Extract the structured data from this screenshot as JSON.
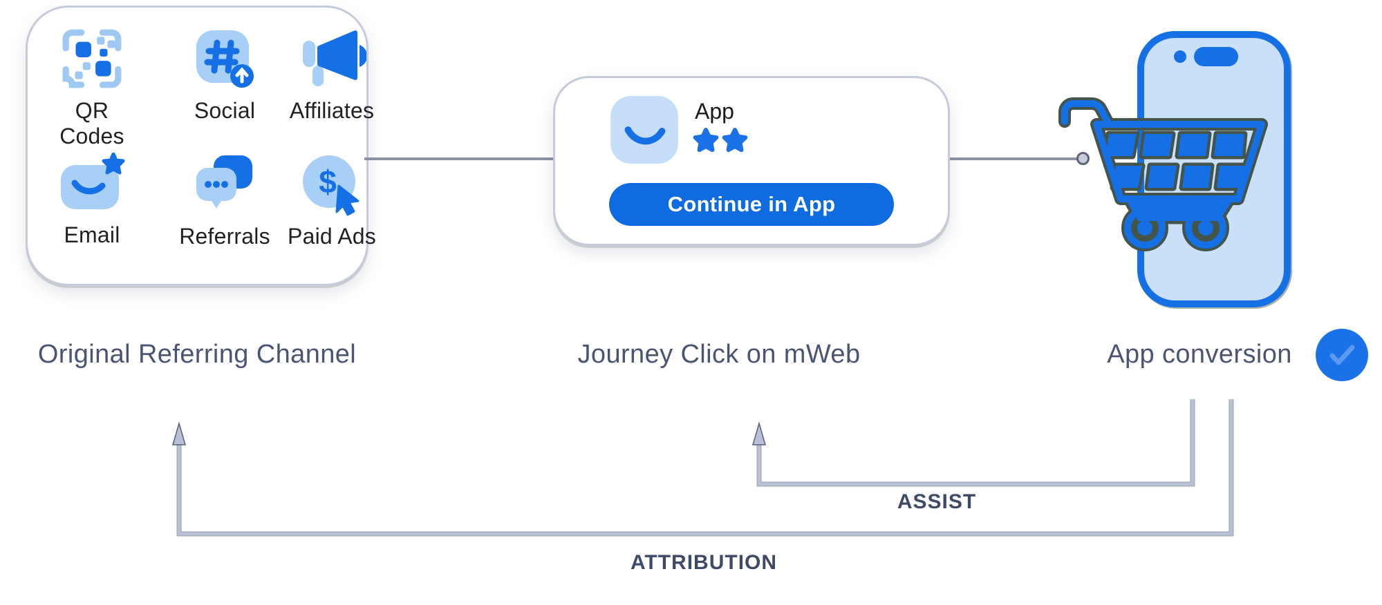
{
  "diagram_title": "app attribution flow",
  "left_card": {
    "channels": [
      {
        "label": "QR Codes",
        "icon": "qr-code-icon"
      },
      {
        "label": "Social",
        "icon": "hashtag-share-icon"
      },
      {
        "label": "Affiliates",
        "icon": "megaphone-icon"
      },
      {
        "label": "Email",
        "icon": "envelope-star-icon"
      },
      {
        "label": "Referrals",
        "icon": "chat-bubbles-icon"
      },
      {
        "label": "Paid Ads",
        "icon": "dollar-cursor-icon"
      }
    ]
  },
  "middle_card": {
    "app_label": "App",
    "rating_stars": 2,
    "button_label": "Continue in App"
  },
  "right_visual": {
    "phone": "smartphone-illustration",
    "cart": "shopping-cart-illustration",
    "badge": "checkmark-badge"
  },
  "stages": {
    "original": "Original Referring Channel",
    "journey": "Journey Click on mWeb",
    "conversion": "App conversion"
  },
  "arrows": {
    "assist": "ASSIST",
    "attribution": "ATTRIBUTION"
  },
  "colors": {
    "primary_blue": "#1470e4",
    "light_blue": "#a8cff5",
    "pale_blue": "#c9e0f8",
    "button_blue": "#0e6ce0",
    "label_slate": "#4a5574",
    "arrow_gray": "#b9bfd4",
    "connector_gray": "#8c92a6",
    "cart_outline": "#45544a",
    "card_border": "#c6cbdc"
  }
}
